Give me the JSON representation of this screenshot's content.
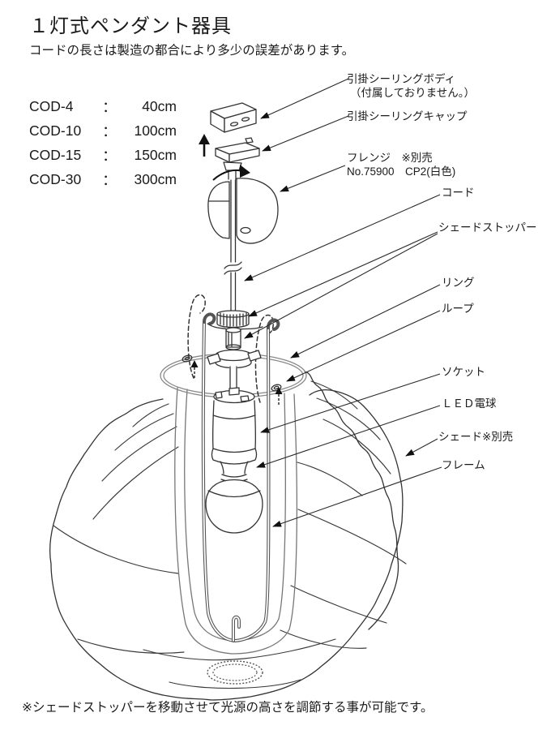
{
  "page": {
    "title": "１灯式ペンダント器具",
    "subtitle": "コードの長さは製造の都合により多少の誤差があります。",
    "footnote": "※シェードストッパーを移動させて光源の高さを調節する事が可能です。"
  },
  "cord_table": {
    "rows": [
      {
        "model": "COD-4",
        "separator": "：",
        "length": "40cm"
      },
      {
        "model": "COD-10",
        "separator": "：",
        "length": "100cm"
      },
      {
        "model": "COD-15",
        "separator": "：",
        "length": "150cm"
      },
      {
        "model": "COD-30",
        "separator": "：",
        "length": "300cm"
      }
    ]
  },
  "labels": {
    "ceiling_body": "引掛シーリングボディ",
    "ceiling_body_note": "（付属しておりません。）",
    "ceiling_cap": "引掛シーリングキャップ",
    "flange_line1": "フレンジ　※別売",
    "flange_line2": "No.75900　CP2(白色)",
    "cord": "コード",
    "shade_stopper": "シェードストッパー",
    "ring": "リング",
    "loop": "ループ",
    "socket": "ソケット",
    "led_bulb": "ＬＥＤ電球",
    "shade": "シェード※別売",
    "frame": "フレーム"
  },
  "colors": {
    "line": "#333333",
    "text": "#1a1a1a",
    "bg": "#ffffff"
  }
}
